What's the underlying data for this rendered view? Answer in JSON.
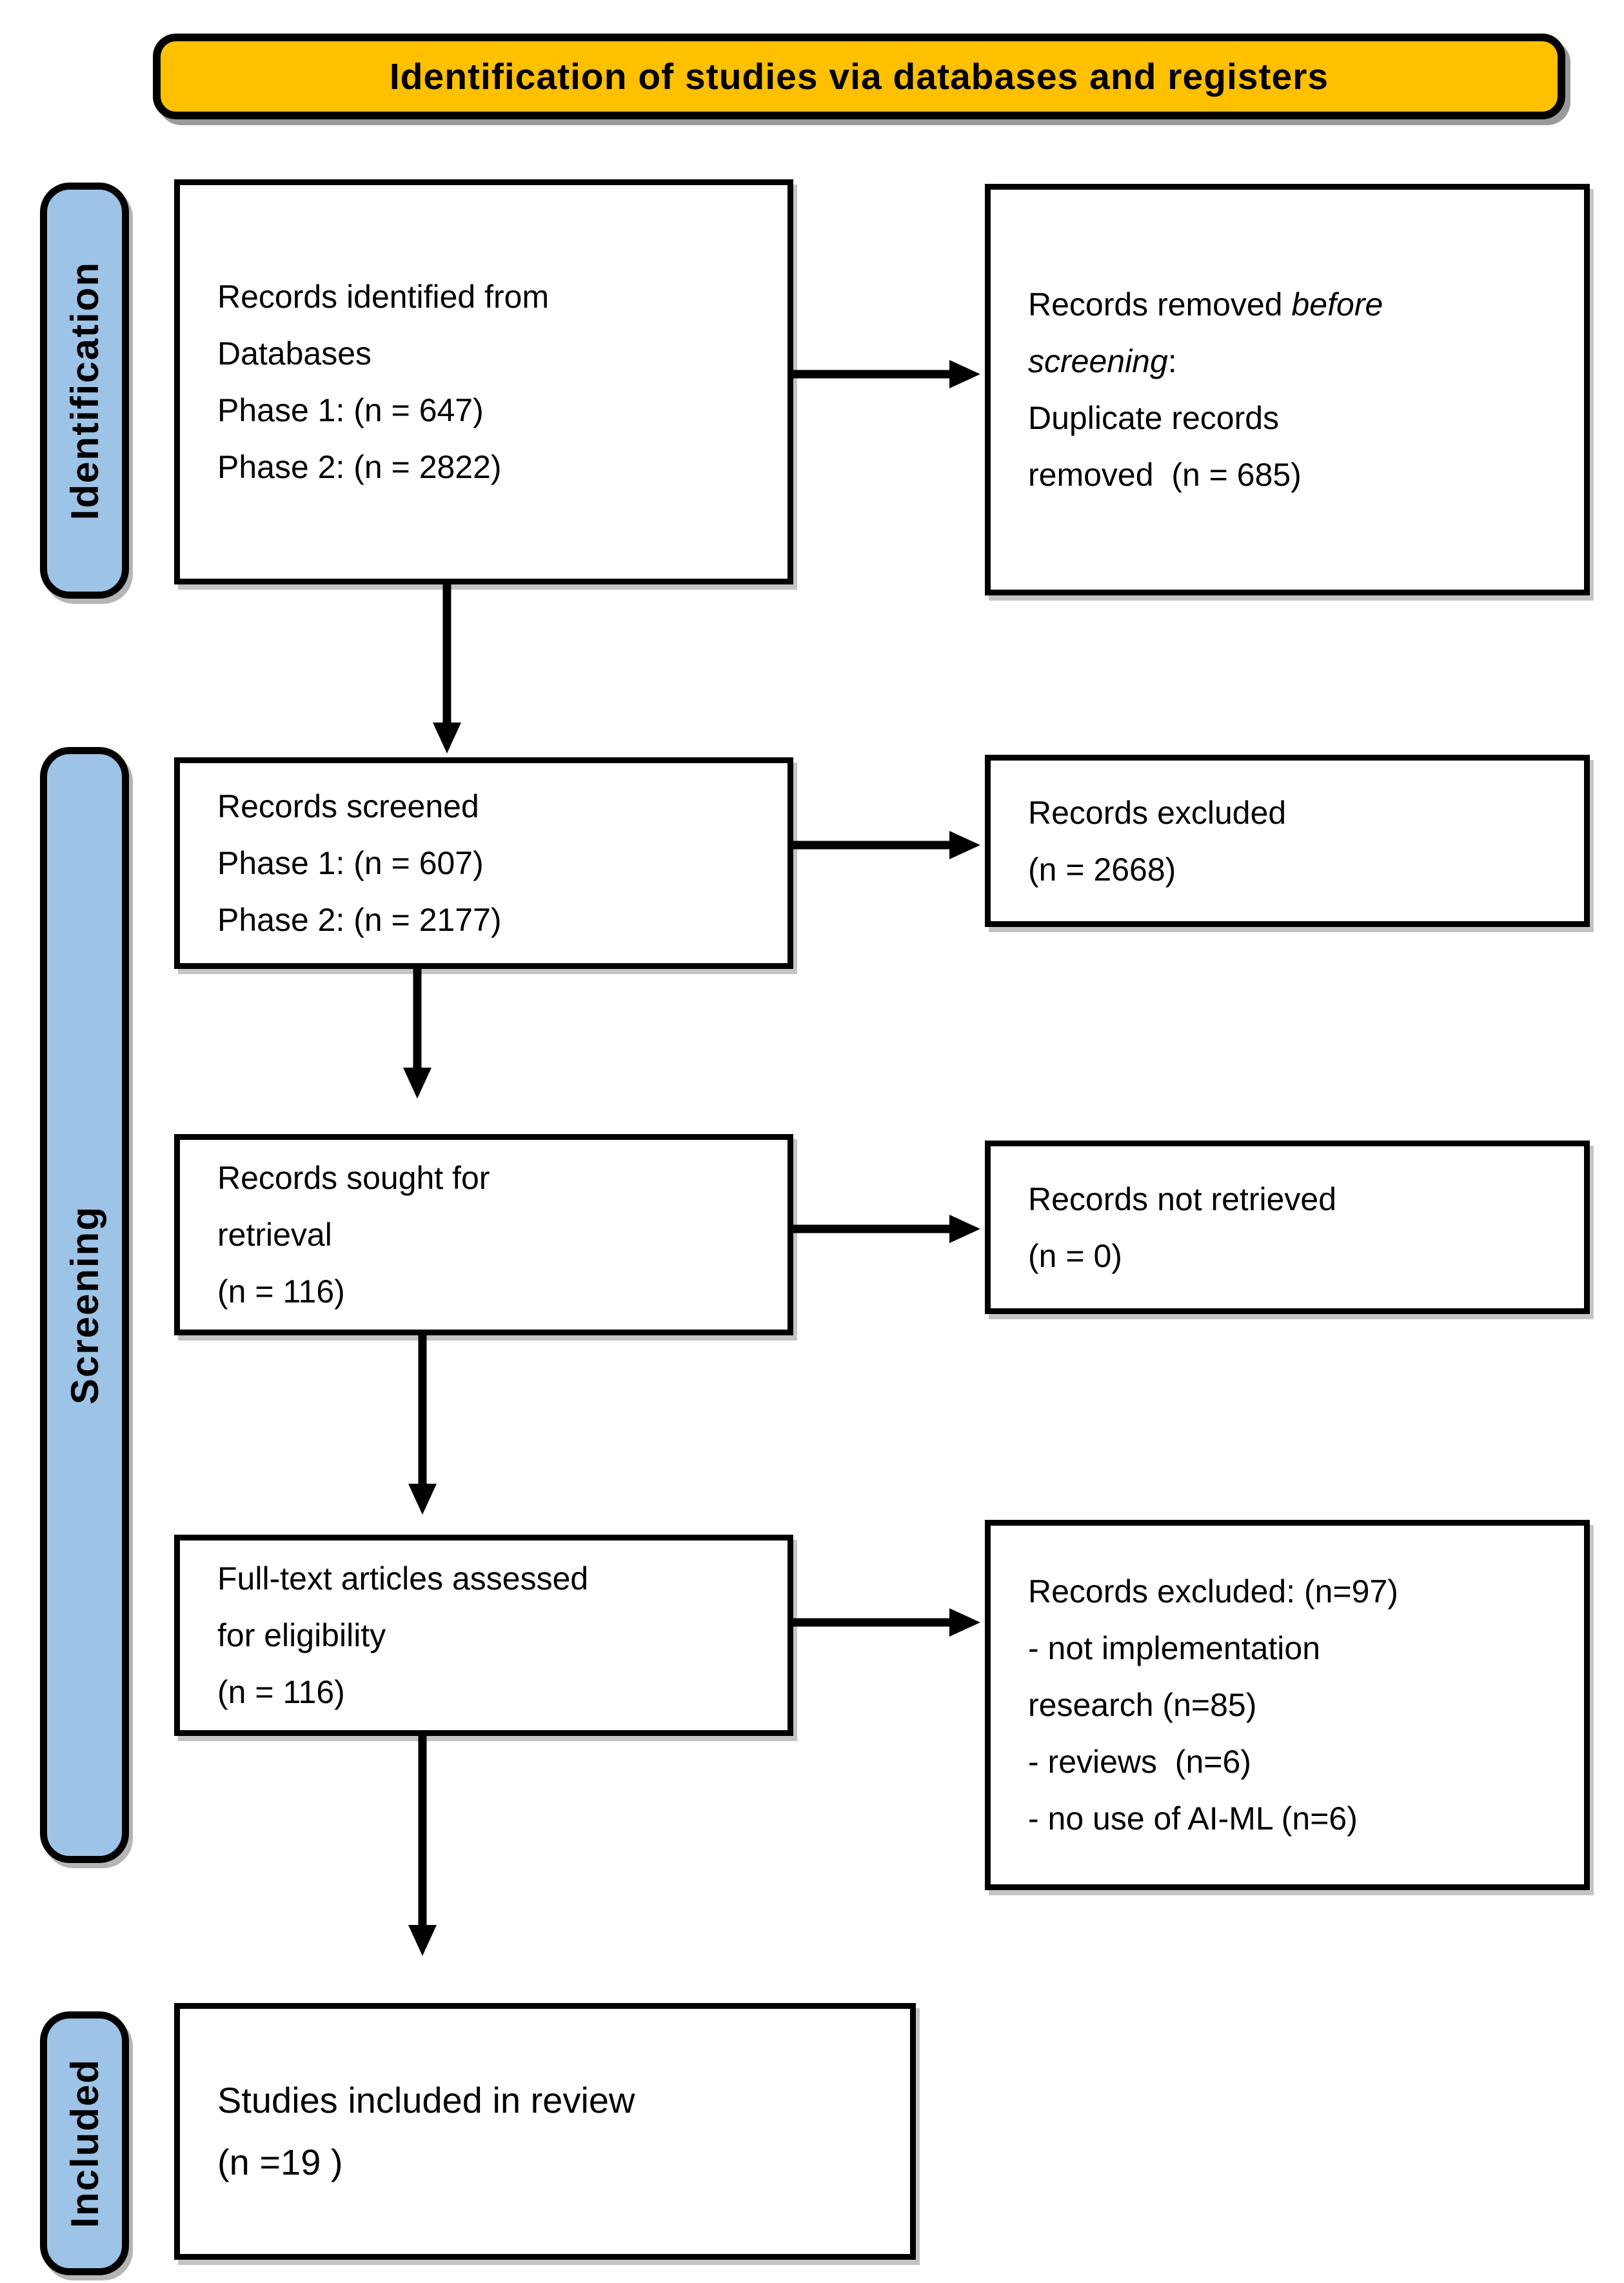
{
  "title": "Identification of studies via databases and registers",
  "colors": {
    "banner": "#FFC000",
    "sidebar_pill": "#9DC3E6"
  },
  "sidebar": {
    "identification": "Identification",
    "screening": "Screening",
    "included": "Included"
  },
  "boxes": {
    "records_identified": {
      "lines": [
        "Records identified from",
        "Databases",
        "Phase 1: (n = 647)",
        "Phase 2: (n = 2822)"
      ]
    },
    "records_removed": {
      "lines": [
        [
          {
            "t": "Records removed "
          },
          {
            "t": "before",
            "i": true
          }
        ],
        [
          {
            "t": "screening",
            "i": true
          },
          {
            "t": ":"
          }
        ],
        [
          {
            "t": "Duplicate records"
          }
        ],
        [
          {
            "t": "removed  (n = 685)"
          }
        ]
      ]
    },
    "records_screened": {
      "lines": [
        "Records screened",
        "Phase 1: (n = 607)",
        "Phase 2: (n = 2177)"
      ]
    },
    "records_excluded": {
      "lines": [
        "Records excluded",
        "(n = 2668)"
      ]
    },
    "records_sought": {
      "lines": [
        "Records sought for",
        "retrieval",
        "(n = 116)"
      ]
    },
    "records_not_retrieved": {
      "lines": [
        "Records not retrieved",
        "(n = 0)"
      ]
    },
    "fulltext_assessed": {
      "lines": [
        "Full-text articles assessed",
        "for eligibility",
        "(n = 116)"
      ]
    },
    "fulltext_excluded": {
      "lines": [
        "Records excluded: (n=97)",
        "- not implementation",
        "research (n=85)",
        "- reviews  (n=6)",
        "- no use of AI-ML (n=6)"
      ]
    },
    "studies_included": {
      "lines": [
        "Studies included in review",
        "(n =19 )"
      ]
    }
  }
}
